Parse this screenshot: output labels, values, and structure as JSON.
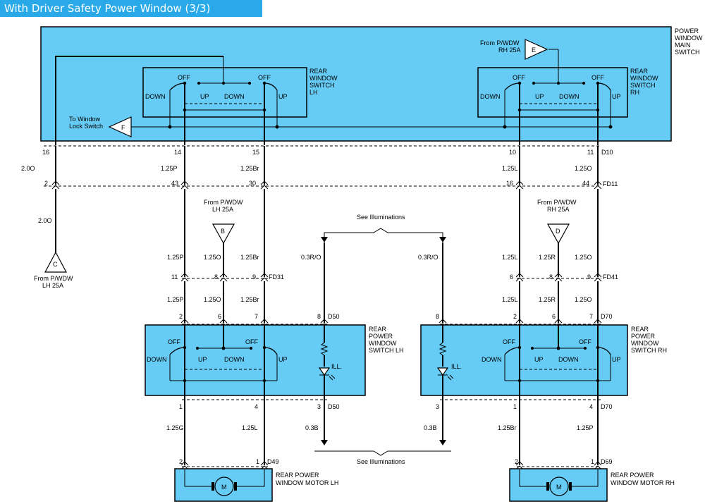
{
  "title": "With Driver Safety Power Window (3/3)",
  "colors": {
    "title_bg": "#29a9e8",
    "box_fill": "#66ccf5"
  },
  "main_switch": {
    "label": [
      "POWER",
      "WINDOW",
      "MAIN",
      "SWITCH"
    ],
    "lh_label": [
      "REAR",
      "WINDOW",
      "SWITCH",
      "LH"
    ],
    "rh_label": [
      "REAR",
      "WINDOW",
      "SWITCH",
      "RH"
    ],
    "off": "OFF",
    "up": "UP",
    "down": "DOWN",
    "from_e": [
      "From P/WDW",
      "RH 25A"
    ],
    "to_lock": [
      "To Window",
      "Lock Switch"
    ]
  },
  "connectors": {
    "d10": "D10",
    "fd11": "FD11",
    "fd31": "FD31",
    "fd41": "FD41",
    "d50": "D50",
    "d70": "D70",
    "d49": "D49",
    "d69": "D69"
  },
  "pins": {
    "d10": [
      "16",
      "14",
      "15",
      "10",
      "11"
    ],
    "fd11": [
      "2",
      "43",
      "30",
      "16",
      "44"
    ],
    "fd31": [
      "11",
      "8",
      "9"
    ],
    "fd41": [
      "6",
      "8",
      "9"
    ],
    "d50_top": [
      "2",
      "6",
      "7",
      "8"
    ],
    "d70_top": [
      "8",
      "2",
      "6",
      "7"
    ],
    "d50_bot": [
      "1",
      "4",
      "3"
    ],
    "d70_bot": [
      "3",
      "1",
      "4"
    ],
    "d49": [
      "2",
      "1"
    ],
    "d69": [
      "2",
      "1"
    ]
  },
  "wires": {
    "w16": "2.0O",
    "w16b": "2.0O",
    "w14": "1.25P",
    "w15": "1.25Br",
    "w10": "1.25L",
    "w11": "1.25O",
    "lh_p": "1.25P",
    "lh_o": "1.25O",
    "lh_br": "1.25Br",
    "rh_l": "1.25L",
    "rh_r": "1.25R",
    "rh_o": "1.25O",
    "lh_p2": "1.25P",
    "lh_o2": "1.25O",
    "lh_br2": "1.25Br",
    "rh_l2": "1.25L",
    "rh_r2": "1.25R",
    "rh_o2": "1.25O",
    "ill_l": "0.3R/O",
    "ill_r": "0.3R/O",
    "gnd_l": "0.3B",
    "gnd_r": "0.3B",
    "motor_lh_a": "1.25G",
    "motor_lh_b": "1.25L",
    "motor_rh_a": "1.25Br",
    "motor_rh_b": "1.25P"
  },
  "refs": {
    "b": "B",
    "c": "C",
    "d": "D",
    "e": "E",
    "f": "F",
    "from_b": [
      "From P/WDW",
      "LH 25A"
    ],
    "from_c": [
      "From P/WDW",
      "LH 25A"
    ],
    "from_d": [
      "From P/WDW",
      "RH 25A"
    ],
    "see_ill_top": "See Illuminations",
    "see_ill_bottom": "See Illuminations"
  },
  "rear_switch_lh": {
    "label": [
      "REAR",
      "POWER",
      "WINDOW",
      "SWITCH  LH"
    ],
    "ill": "ILL."
  },
  "rear_switch_rh": {
    "label": [
      "REAR",
      "POWER",
      "WINDOW",
      "SWITCH  RH"
    ],
    "ill": "ILL."
  },
  "motor_lh": {
    "label": [
      "REAR POWER",
      "WINDOW MOTOR LH"
    ],
    "m": "M"
  },
  "motor_rh": {
    "label": [
      "REAR POWER",
      "WINDOW MOTOR RH"
    ],
    "m": "M"
  }
}
